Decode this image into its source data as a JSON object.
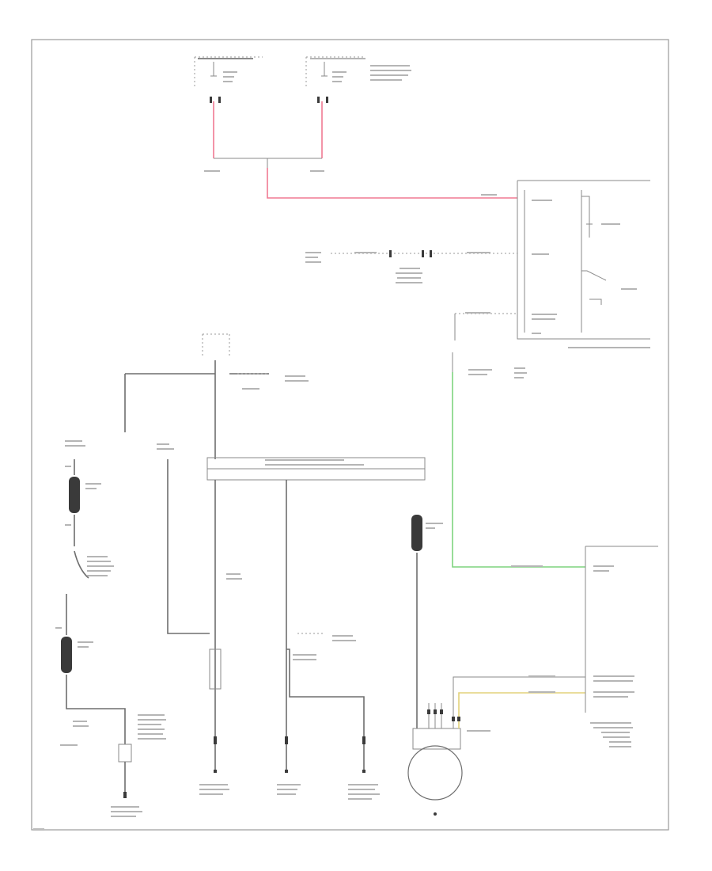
{
  "diagram": {
    "border_color": "#9a9a9a",
    "wire_colors": {
      "power_feed": "#f07a92",
      "sensor_signal": "#7fd37f",
      "indicator_lamp": "#e3d27a",
      "ground_and_misc": "#6e6e6e"
    },
    "components": [
      {
        "id": "fuse-block",
        "icon": "fuse-icon"
      },
      {
        "id": "instrument-panel-cluster",
        "icon": "cluster-box"
      },
      {
        "id": "fusible-link-1",
        "icon": "fusible-link-icon"
      },
      {
        "id": "fusible-link-2",
        "icon": "fusible-link-icon"
      },
      {
        "id": "fusible-link-3",
        "icon": "fusible-link-icon"
      },
      {
        "id": "battery",
        "icon": "battery-icon"
      },
      {
        "id": "generator",
        "icon": "generator-icon"
      },
      {
        "id": "powertrain-control-module",
        "icon": "module-box"
      },
      {
        "id": "splice-pack",
        "icon": "splice-bar"
      }
    ]
  }
}
